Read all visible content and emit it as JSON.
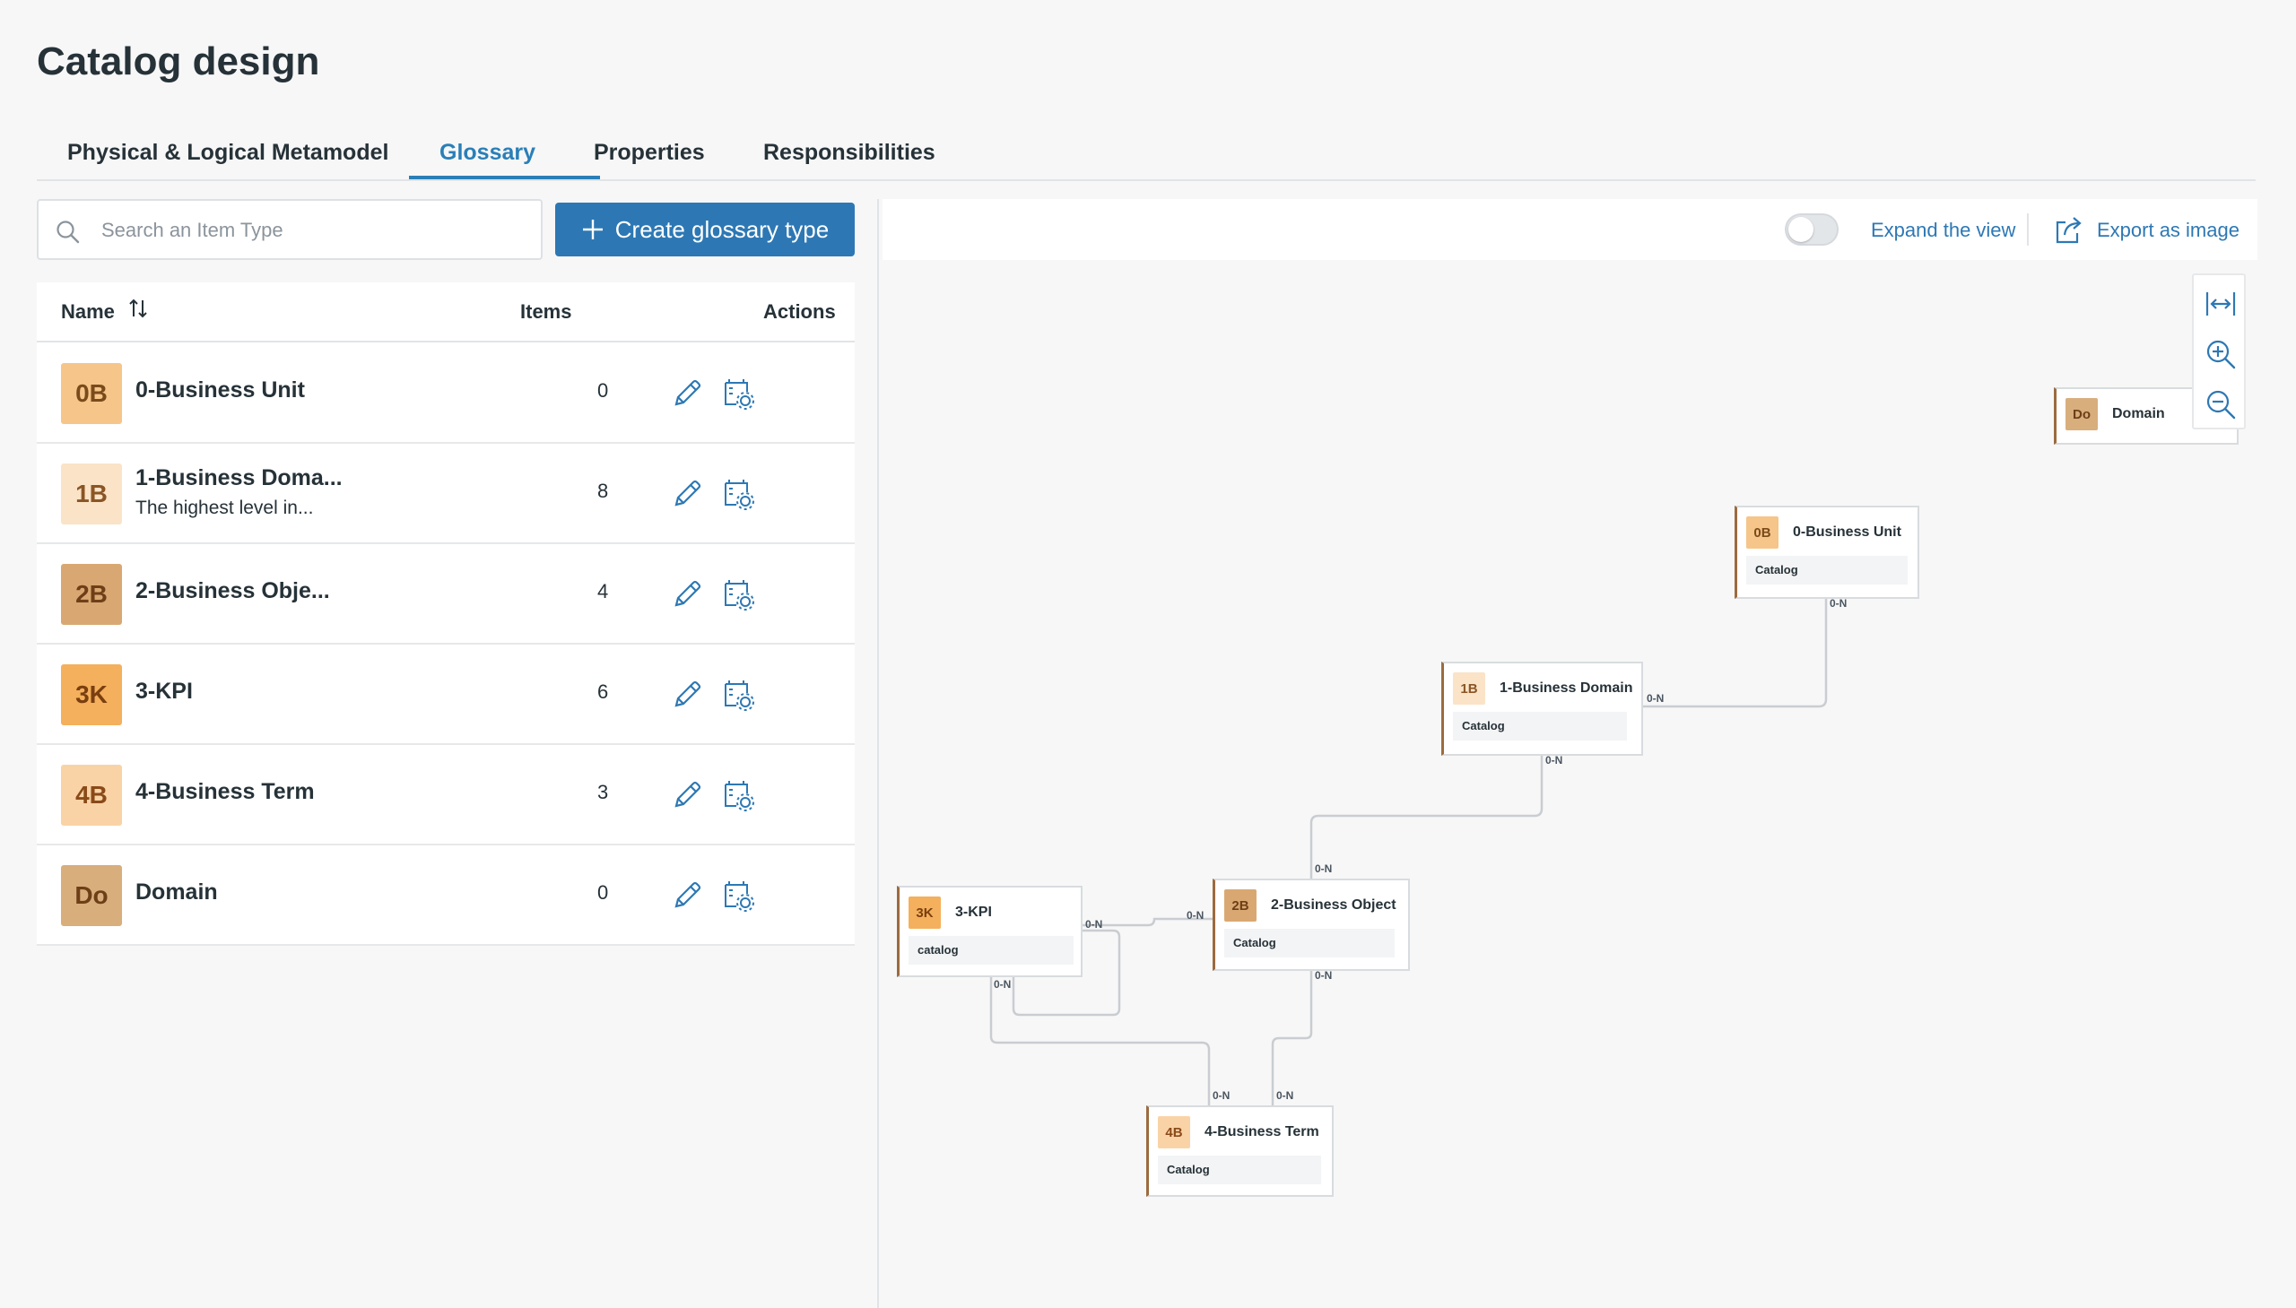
{
  "page": {
    "title": "Catalog design"
  },
  "tabs": [
    {
      "label": "Physical & Logical Metamodel"
    },
    {
      "label": "Glossary"
    },
    {
      "label": "Properties"
    },
    {
      "label": "Responsibilities"
    }
  ],
  "active_tab": "Glossary",
  "search": {
    "placeholder": "Search an Item Type",
    "value": ""
  },
  "create_button": {
    "label": "Create glossary type",
    "icon": "plus-icon"
  },
  "table": {
    "headers": {
      "name": "Name",
      "items": "Items",
      "actions": "Actions"
    },
    "rows": [
      {
        "badge": "0B",
        "name": "0-Business Unit",
        "description": "",
        "items": "0"
      },
      {
        "badge": "1B",
        "name": "1-Business Doma...",
        "description": "The highest level in...",
        "items": "8"
      },
      {
        "badge": "2B",
        "name": "2-Business Obje...",
        "description": "",
        "items": "4"
      },
      {
        "badge": "3K",
        "name": "3-KPI",
        "description": "",
        "items": "6"
      },
      {
        "badge": "4B",
        "name": "4-Business Term",
        "description": "",
        "items": "3"
      },
      {
        "badge": "Do",
        "name": "Domain",
        "description": "",
        "items": "0"
      }
    ],
    "badge_colors": {
      "0B": "#f6c58a",
      "1B": "#fbe3c7",
      "2B": "#d9a872",
      "3K": "#f4b05c",
      "4B": "#f9d3a6",
      "Do": "#d8ae7d"
    }
  },
  "toolbar": {
    "expand_label": "Expand the view",
    "expand_on": false,
    "export_label": "Export as image"
  },
  "zoom_controls": [
    "fit-width-icon",
    "zoom-in-icon",
    "zoom-out-icon"
  ],
  "diagram": {
    "nodes": [
      {
        "badge": "Do",
        "title": "Domain",
        "subtitle": ""
      },
      {
        "badge": "0B",
        "title": "0-Business Unit",
        "subtitle": "Catalog"
      },
      {
        "badge": "1B",
        "title": "1-Business Domain",
        "subtitle": "Catalog"
      },
      {
        "badge": "2B",
        "title": "2-Business Object",
        "subtitle": "Catalog"
      },
      {
        "badge": "3K",
        "title": "3-KPI",
        "subtitle": "catalog"
      },
      {
        "badge": "4B",
        "title": "4-Business Term",
        "subtitle": "Catalog"
      }
    ],
    "cardinality_label": "0-N"
  },
  "colors": {
    "accent": "#2d78b4",
    "node_border": "#9c6b3f"
  }
}
